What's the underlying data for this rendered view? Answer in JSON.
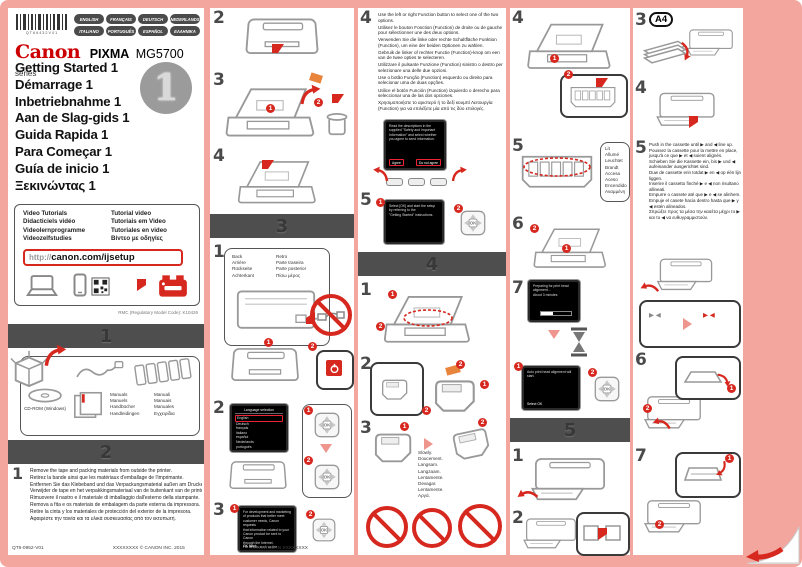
{
  "meta": {
    "sheet_code": "QT66432V01"
  },
  "badges": {
    "one": "1",
    "two": "2"
  },
  "header": {
    "languages": [
      "ENGLISH",
      "FRANÇAIS",
      "DEUTSCH",
      "NEDERLANDS",
      "ITALIANO",
      "PORTUGUÊS",
      "ESPAÑOL",
      "ΕΛΛΗΝΙΚΑ"
    ],
    "brand": "Canon",
    "product_line": "PIXMA",
    "model": "MG5700",
    "series_suffix": "series",
    "page_number": "1",
    "titles": [
      "Getting Started 1",
      "Démarrage 1",
      "Inbetriebnahme 1",
      "Aan de Slag-gids 1",
      "Guida Rapida 1",
      "Para Começar 1",
      "Guía de inicio 1",
      "Ξεκινώντας 1"
    ]
  },
  "video_box": {
    "labels_left": [
      "Video Tutorials",
      "Didacticiels vidéo",
      "Videolernprogramme",
      "Videozelfstudies"
    ],
    "labels_right": [
      "Tutorial video",
      "Tutoriais em Video",
      "Tutoriales en video",
      "Βίντεο με οδηγίες"
    ],
    "url_scheme": "http://",
    "url_host": "canon.com/ijsetup"
  },
  "rmc_note": "RMC (Regulatory Model Code): K10426",
  "unbox": {
    "banner": "1",
    "cd_label": "CD-ROM (Windows)",
    "manuals_left": [
      "Manuals",
      "Manuels",
      "Handbücher",
      "Handleidingen"
    ],
    "manuals_right": [
      "Manuali",
      "Manuais",
      "Manuales",
      "Εγχειρίδια"
    ]
  },
  "setup": {
    "banner": "2",
    "remove_step": "1",
    "steps": {
      "open": "2",
      "tape": "3",
      "close": "4"
    },
    "remove_tape_texts": [
      "Remove the tape and packing materials from outside the printer.",
      "Retirez la bande ainsi que les matériaux d'emballage de l'imprimante.",
      "Entfernen Sie das Klebeband und das Verpackungsmaterial außen am Drucker.",
      "Verwijder de tape en het verpakkingsmateriaal van de buitenkant van de printer.",
      "Rimuovere il nastro e il materiale di imballaggio dall'esterno della stampante.",
      "Remova a fita e os materiais de embalagem da parte externa da impressora.",
      "Retire la cinta y los materiales de protección del exterior de la impresora.",
      "Αφαιρέστε την ταινία και τα υλικά συσκευασίας από τον εκτυπωτή."
    ]
  },
  "power": {
    "banner": "3",
    "steps": {
      "connect": "1",
      "language": "2",
      "info": "3"
    },
    "back_labels_left": [
      "Back",
      "Arrière",
      "Rückseite",
      "Achterkant"
    ],
    "back_labels_right": [
      "Retro",
      "Parte traseira",
      "Parte posterior",
      "Πίσω μέρος"
    ],
    "lang_screen": {
      "title": "Language selection",
      "items": [
        "English",
        "Deutsch",
        "français",
        "italiano",
        "español",
        "Nederlands",
        "português"
      ]
    },
    "info_screen_lines": [
      "For development and marketing",
      "of products that better meet",
      "customer needs, Canon requests",
      "that information related to your",
      "Canon product be sent to Canon",
      "through the Internet.",
      "For details such as the"
    ],
    "info_screen_footer": "OK Next"
  },
  "agree": {
    "step_select": "4",
    "step_start": "5",
    "function_texts": [
      "Use the left or right Function button to select one of the two options.",
      "Utilisez le bouton Fonction (Function) de droite ou de gauche pour sélectionner une des deux options.",
      "Verwenden Sie die linke oder rechte Schaltfläche Funktion (Function), um eine der beiden Optionen zu wählen.",
      "Gebruik de linker of rechter Functie (Function)-knop om een van de twee opties te selecteren.",
      "Utilizzare il pulsante Funzione (Function) sinistro o destro per selezionare una delle due opzioni.",
      "Use o botão Função (Function) esquerdo ou direito para selecionar uma de duas opções.",
      "Utilice el botón Función (Function) izquierdo o derecho para seleccionar una de las dos opciones.",
      "Χρησιμοποιήστε το αριστερό ή το δεξί κουμπί Λειτουργία (Function) για να επιλέξετε μία από τις δύο επιλογές."
    ],
    "screen_lines": [
      "Read the descriptions in the",
      "supplied \"Safety and Important",
      "Information\" and select whether",
      "you agree to send information."
    ],
    "agree_label": "Agree",
    "disagree_label": "Do not agree",
    "step5_screen_lines": [
      "Select [OK] and start the setup",
      "by referring to the",
      "\"Getting Started\" instructions."
    ]
  },
  "ink": {
    "banner": "4",
    "steps": {
      "open": "1",
      "unwrap": "2",
      "hold": "3",
      "insert": "4",
      "check": "5",
      "close": "6",
      "wait": "7"
    },
    "slowly_texts": [
      "Slowly.",
      "Doucement.",
      "Langsam.",
      "Langzaam.",
      "Lentamente.",
      "Devagar.",
      "Lentamente.",
      "Αργά."
    ],
    "lit_texts": [
      "Lit",
      "Allumé",
      "Leuchtet",
      "Brandt",
      "Accesa",
      "Aceso",
      "Encendido",
      "Αναμμένη"
    ],
    "preparing_screen_lines": [
      "Preparing for print head",
      "alignment...",
      "About 3 minutes"
    ],
    "auto_screen_lines": [
      "Auto print head alignment will",
      "start."
    ],
    "auto_screen_footer": "Select OK"
  },
  "paper": {
    "banner": "5",
    "steps": {
      "pull": "1",
      "guides": "2",
      "load": "3",
      "adjust": "4",
      "push": "5",
      "tray": "6",
      "extension": "7"
    },
    "a4_label": "A4",
    "cassette_texts": [
      "Push in the cassette until ▶ and ◀ line up.",
      "Poussez la cassette pour la mettre en place, jusqu'à ce que ▶ et ◀ soient alignés.",
      "Schieben Sie die Kassette ein, bis ▶ und ◀ aufeinander ausgerichtet sind.",
      "Duw de cassette erin totdat ▶ en ◀ op één lijn liggen.",
      "Inserire il cassetto finché ▶ e ◀ non risultano allineati.",
      "Empurre o cassete até que ▶ e ◀ se alinhem.",
      "Empuje el casete hacia dentro hasta que ▶ y ◀ estén alineados.",
      "Σπρώξτε προς τα μέσα την κασέτα μέχρι το ▶ και το ◀ να ευθυγραμμιστούν."
    ],
    "align_marks": "▶ ◀"
  },
  "footer": {
    "left": "QT6-0952-V01",
    "center": "XXXXXXXX © CANON INC. 2015",
    "right": "PRINTED IN XXXXXXXX"
  }
}
